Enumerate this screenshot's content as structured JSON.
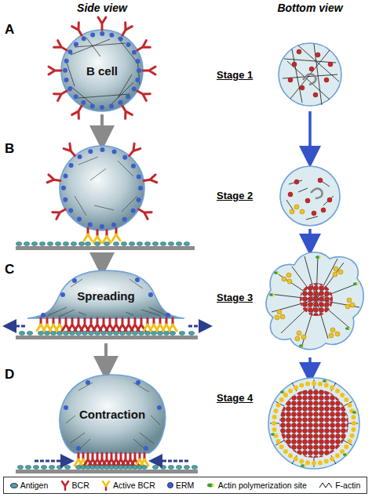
{
  "diagram": {
    "nodes": [
      {
        "text": [
          "B cell"
        ]
      },
      {
        "text": [
          "Spreading"
        ]
      },
      {
        "text": [
          "Contraction"
        ]
      }
    ],
    "labels": [
      "Side view",
      "Bottom view",
      "A",
      "Stage 1",
      "B",
      "Stage 2",
      "C",
      "Stage 3",
      "D",
      "Stage 4"
    ],
    "legend": [
      {
        "text": "Antigen",
        "color": "#4fa3a5"
      },
      {
        "text": "BCR"
      },
      {
        "text": "Active BCR"
      },
      {
        "text": "ERM",
        "color": "#3a5fcd"
      },
      {
        "text": "Actin polymerization site"
      },
      {
        "text": "F-actin"
      }
    ]
  }
}
